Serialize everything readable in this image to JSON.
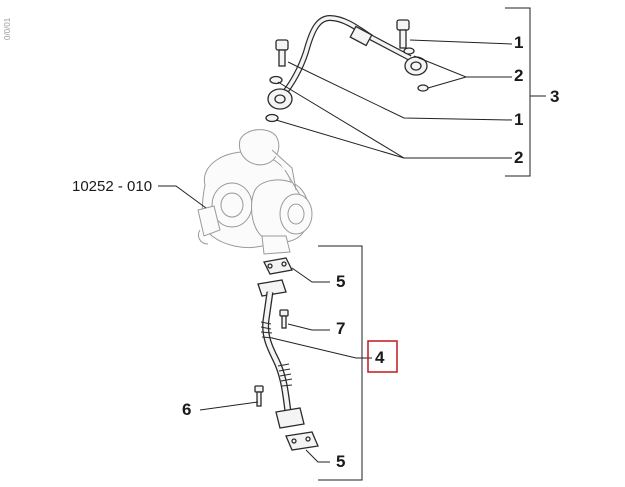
{
  "watermark": "0/0/01",
  "reference": "10252 - 010",
  "callouts": {
    "c1_top": "1",
    "c2_top": "2",
    "c3": "3",
    "c1_mid": "1",
    "c2_mid": "2",
    "c5_top": "5",
    "c7": "7",
    "c4": "4",
    "c6": "6",
    "c5_bot": "5"
  },
  "colors": {
    "highlight_box": "#c0191f",
    "line": "#222222"
  }
}
